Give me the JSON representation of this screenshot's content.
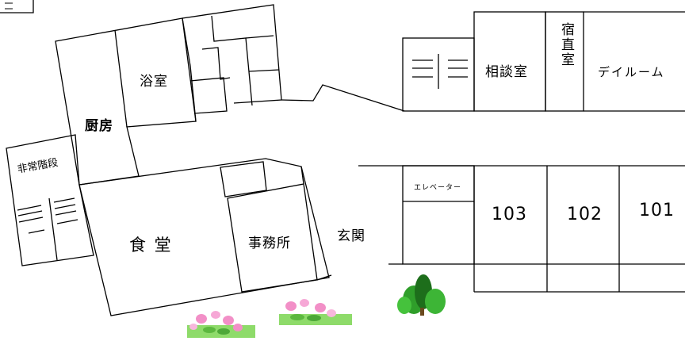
{
  "rooms": {
    "bath": "浴室",
    "kitchen": "厨房",
    "emergency_stairs": "非常階段",
    "dining": "食 堂",
    "office": "事務所",
    "entrance": "玄関",
    "consultation": "相談室",
    "night_duty": "宿直室",
    "day_room": "デイルーム",
    "elevator": "エレベーター",
    "room_103": "103",
    "room_102": "102",
    "room_101": "101"
  },
  "colors": {
    "line": "#000000",
    "tree_green": "#2f9e2a",
    "tree_dark": "#1d6e1b",
    "flower_pink": "#f28fc7",
    "leaf_green": "#7fd35a"
  }
}
